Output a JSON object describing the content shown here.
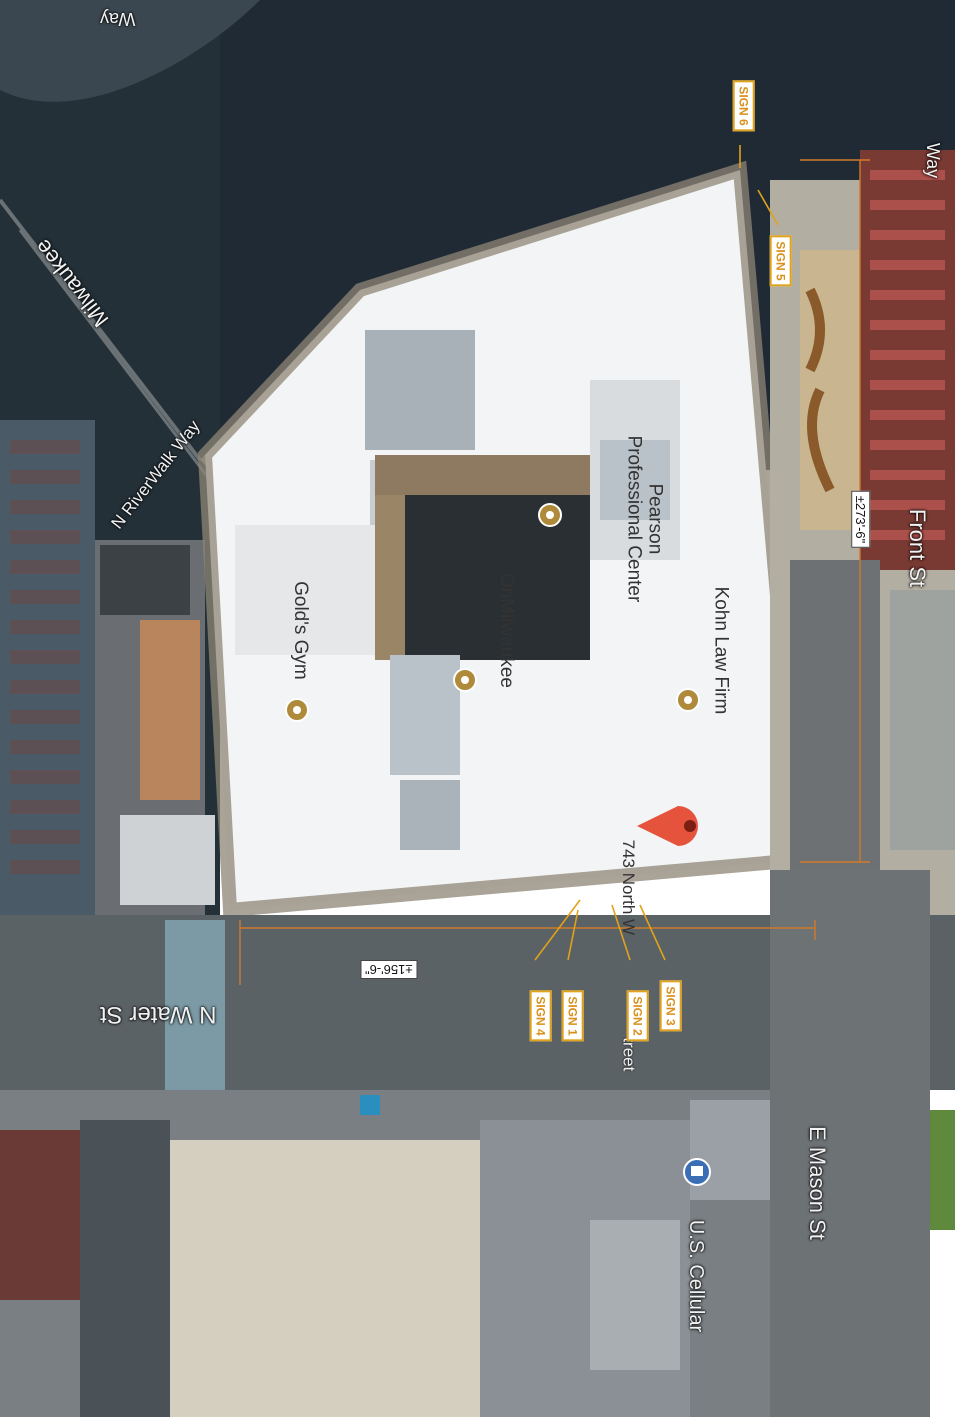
{
  "streets": {
    "n_water_st": "N Water St",
    "e_mason_st": "E Mason St",
    "front_st": "Front St",
    "n_riverwalk_way": "N RiverWalk Way",
    "milwaukee": "Milwaukee",
    "top_way": "Way",
    "top_right_way": "Way"
  },
  "places": {
    "kohn": "Kohn Law Firm",
    "pearson_line1": "Pearson",
    "pearson_line2": "Professional Center",
    "onmilwaukee": "OnMilwaukee",
    "golds": "Gold's Gym",
    "us_cellular": "U.S. Cellular",
    "address_part1": "743 North W",
    "address_part2": "treet"
  },
  "signs": [
    "SIGN 1",
    "SIGN 2",
    "SIGN 3",
    "SIGN 4",
    "SIGN 5",
    "SIGN 6"
  ],
  "dimensions": {
    "width": "±156'-6\"",
    "length": "±273'-6\""
  },
  "colors": {
    "sign_border": "#e0a21a",
    "pin": "#e5533d",
    "poi_marker": "#b08a3b"
  }
}
